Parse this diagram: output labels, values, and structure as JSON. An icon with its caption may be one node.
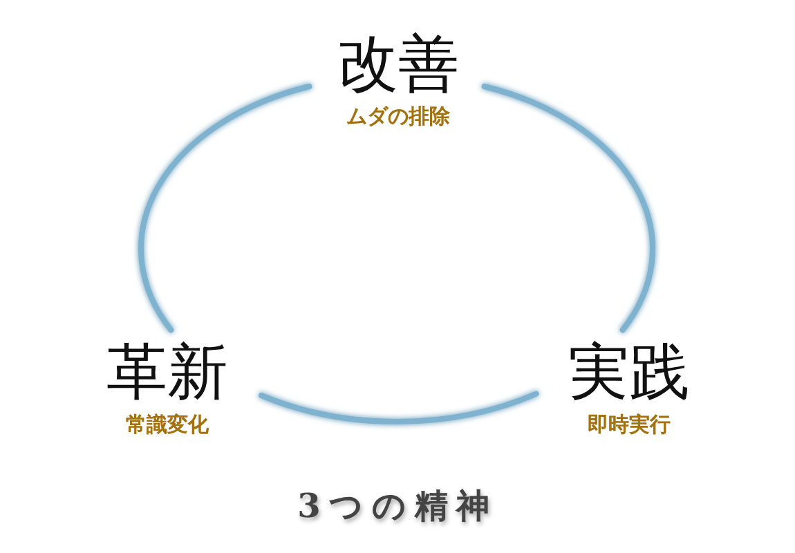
{
  "diagram": {
    "caption": "3つの精神",
    "nodes": [
      {
        "text": [
          "改善",
          "ムダの排除"
        ]
      },
      {
        "text": [
          "革新",
          "常識変化"
        ]
      },
      {
        "text": [
          "実践",
          "即時実行"
        ]
      }
    ],
    "edges": [
      {
        "from": 0,
        "to": 1,
        "arrow": "none"
      },
      {
        "from": 1,
        "to": 2,
        "arrow": "none"
      },
      {
        "from": 2,
        "to": 0,
        "arrow": "none"
      }
    ]
  }
}
